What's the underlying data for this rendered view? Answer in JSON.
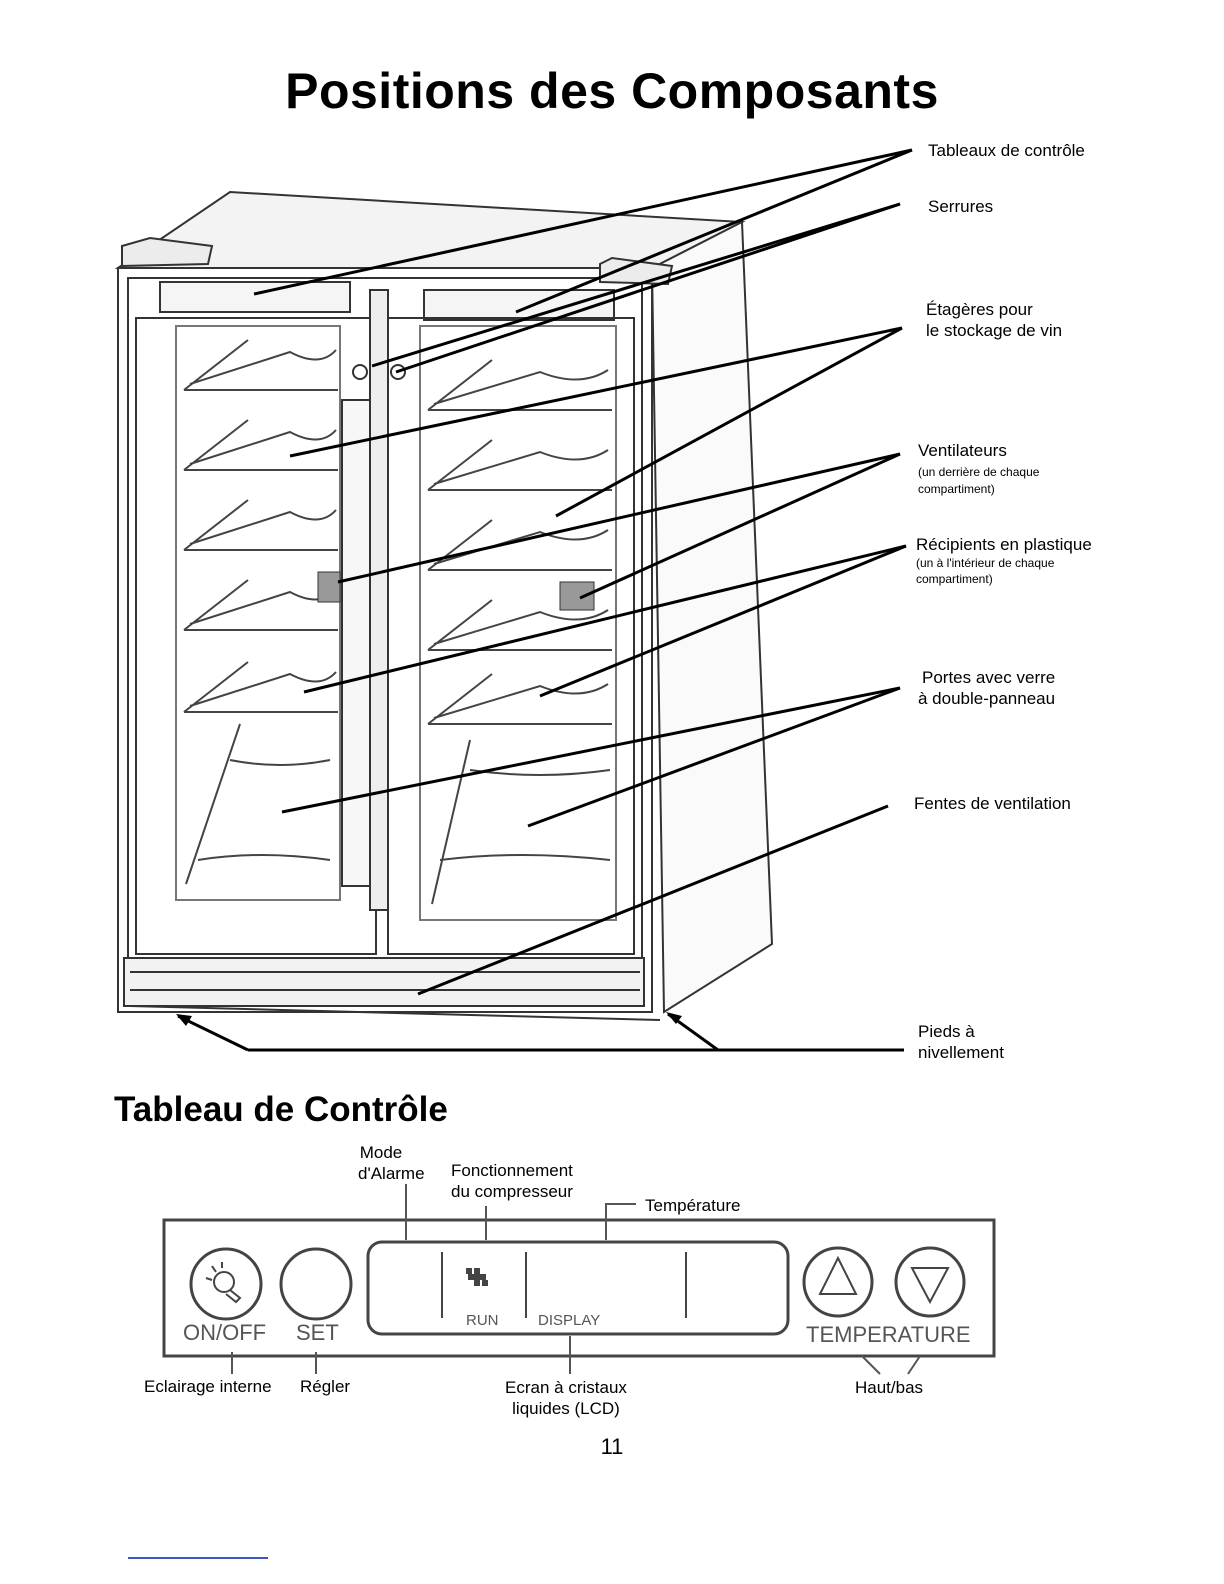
{
  "title": "Positions des Composants",
  "subtitle": "Tableau de Contrôle",
  "callouts": {
    "control_panels": "Tableaux de contrôle",
    "locks": "Serrures",
    "shelves_1": "Étagères pour",
    "shelves_2": "le stockage de vin",
    "fans": "Ventilateurs",
    "fans_note_1": "(un derrière de chaque",
    "fans_note_2": "compartiment)",
    "containers": "Récipients en plastique",
    "containers_note_1": "(un à l'intérieur de chaque",
    "containers_note_2": "compartiment)",
    "doors_1": "Portes avec verre",
    "doors_2": "à double-panneau",
    "vents": "Fentes de ventilation",
    "feet_1": "Pieds à",
    "feet_2": "nivellement"
  },
  "panel_callouts": {
    "alarm_1": "Mode",
    "alarm_2": "d'Alarme",
    "compressor_1": "Fonctionnement",
    "compressor_2": "du compresseur",
    "temperature": "Température",
    "light": "Eclairage interne",
    "set": "Régler",
    "lcd_1": "Ecran à cristaux",
    "lcd_2": "liquides (LCD)",
    "updown": "Haut/bas"
  },
  "panel": {
    "onoff": "ON/OFF",
    "set": "SET",
    "run": "RUN",
    "display": "DISPLAY",
    "temperature": "TEMPERATURE"
  },
  "icons": [
    "light-bulb-icon",
    "fan-icon",
    "up-triangle-icon",
    "down-triangle-icon"
  ],
  "page_number": "11"
}
